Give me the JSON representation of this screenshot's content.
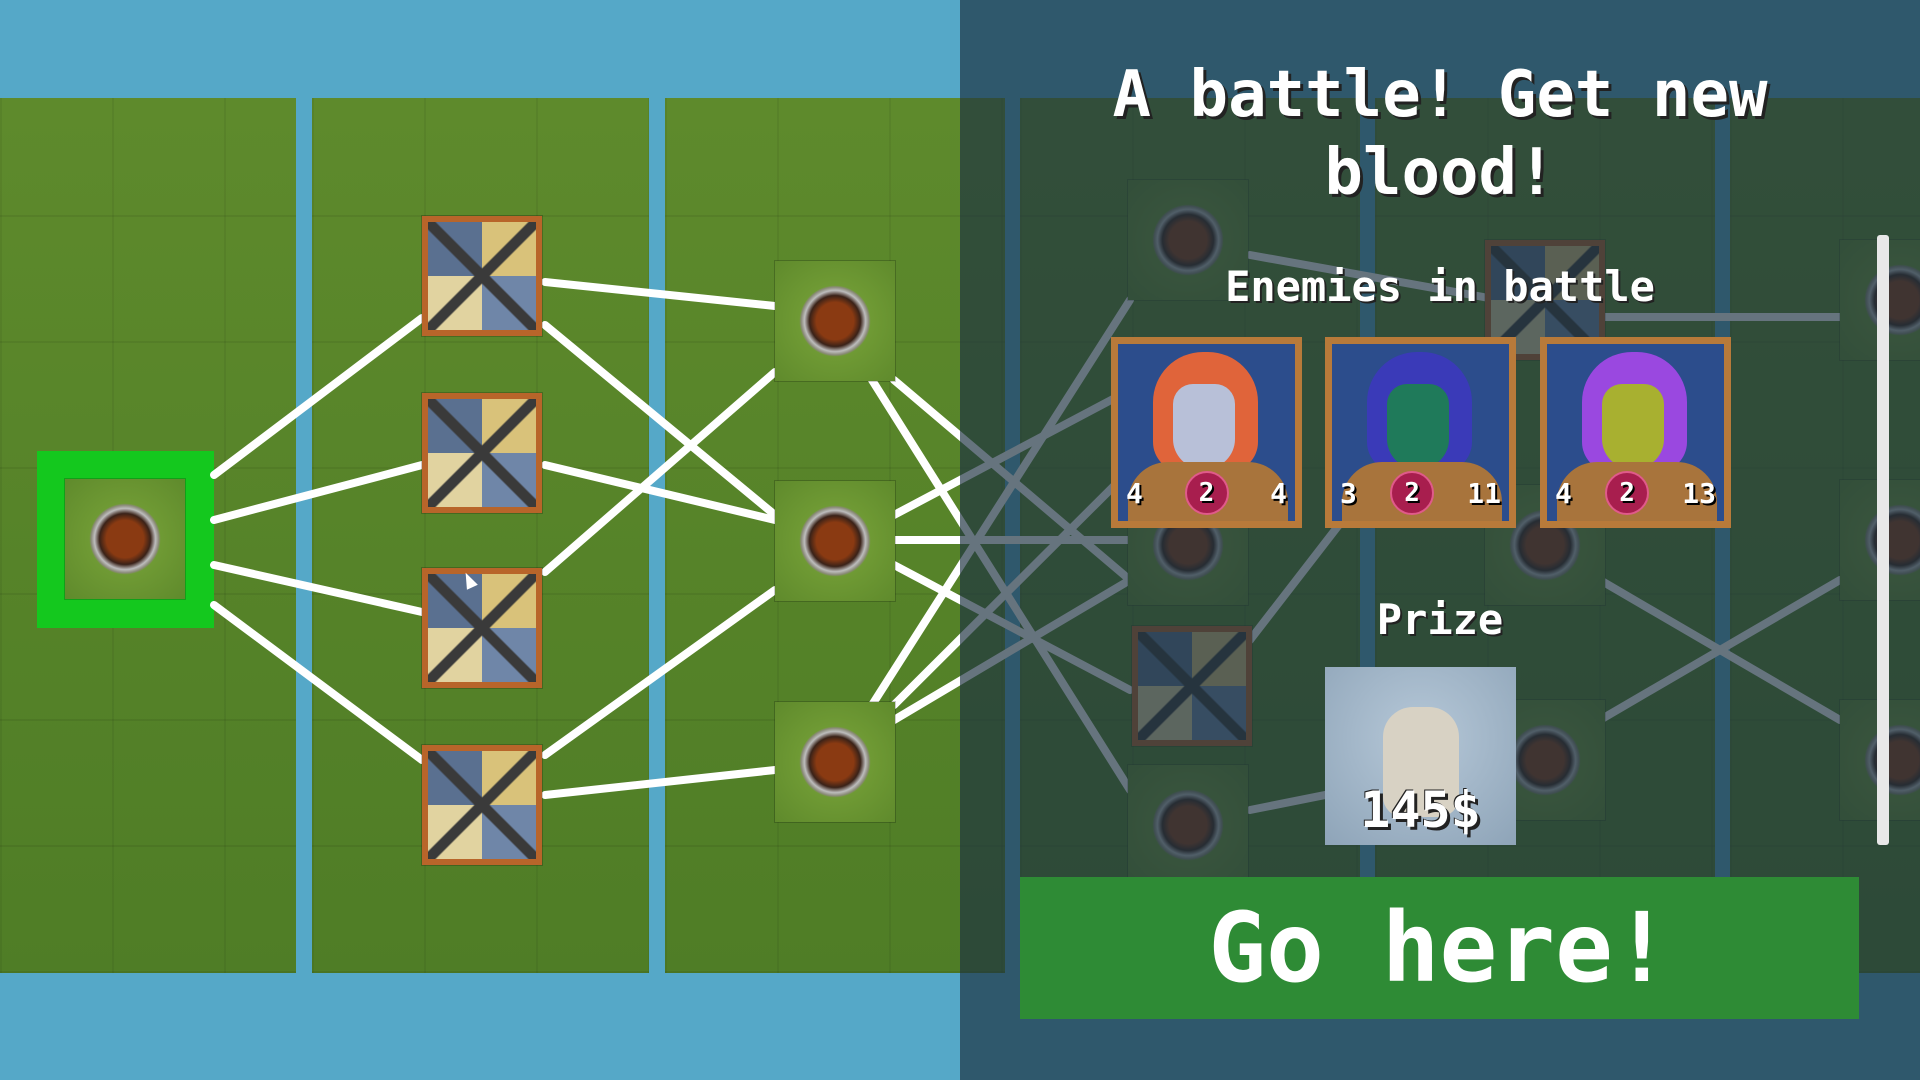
{
  "dialog": {
    "title": "A battle! Get new blood!",
    "enemies_label": "Enemies in battle",
    "prize_label": "Prize",
    "prize_amount": "145$",
    "go_button": "Go here!"
  },
  "enemies": [
    {
      "attack": "4",
      "cost": "2",
      "health": "4",
      "hair": "#e0643a",
      "skin": "#b8c0d8"
    },
    {
      "attack": "3",
      "cost": "2",
      "health": "11",
      "hair": "#3a3ab8",
      "skin": "#1f7a5a"
    },
    {
      "attack": "4",
      "cost": "2",
      "health": "13",
      "hair": "#9a48e0",
      "skin": "#a8b030"
    }
  ],
  "colors": {
    "selected": "#14c81e",
    "button": "#2e8b35",
    "card_border": "#b87a3a",
    "water": "#55a8c8"
  }
}
